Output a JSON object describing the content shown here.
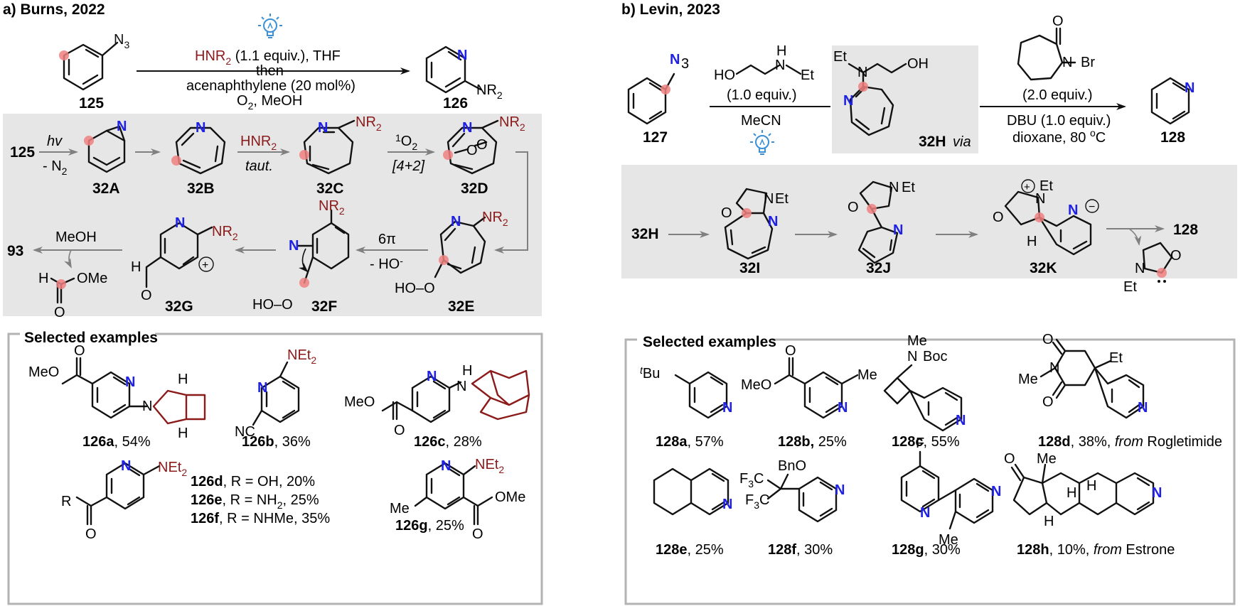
{
  "panel_a": {
    "header": "a) Burns, 2022",
    "start_id": "125",
    "product_id": "126",
    "start_sub": "N",
    "start_sub_index": "3",
    "product_n": "N",
    "product_nr2": "NR",
    "product_nr2_sub": "2",
    "cond_1_a": "HNR",
    "cond_1_sub": "2",
    "cond_1_b": " (1.1 equiv.), THF",
    "cond_2": "then",
    "cond_3": "acenaphthylene (20 mol%)",
    "cond_4": "O",
    "cond_4_sub": "2",
    "cond_4_b": ", MeOH",
    "mech": {
      "row1_start": "125",
      "hv": "hv",
      "minus_n2": "- N",
      "minus_n2_sub": "2",
      "tautome_reagent": "HNR",
      "tautome_reagent_sub": "2",
      "taut": "taut.",
      "o2_sup": "1",
      "o2": "O",
      "o2_sub": "2",
      "cyclo": "[4+2]",
      "six_pi": "6π",
      "minus_ho": "- HO",
      "minus_ho_sup": "-",
      "meoh": "MeOH",
      "final": "93",
      "ids": [
        "32A",
        "32B",
        "32C",
        "32D",
        "32E",
        "32F",
        "32G"
      ],
      "n": "N",
      "nr2": "NR",
      "nr2_sub": "2",
      "o": "O",
      "ho_o": "HO–O",
      "h": "H",
      "ome": "OMe",
      "plus": "+"
    },
    "examples": {
      "title": "Selected examples",
      "meo": "MeO",
      "nc": "NC",
      "net2": "NEt",
      "net2_sub": "2",
      "me": "Me",
      "r": "R",
      "n": "N",
      "h": "H",
      "o": "O",
      "ome": "OMe",
      "items": [
        {
          "id": "126a",
          "yield": ", 54%"
        },
        {
          "id": "126b",
          "yield": ", 36%"
        },
        {
          "id": "126c",
          "yield": ", 28%"
        },
        {
          "id": "126d",
          "yield": ", R = OH, 20%"
        },
        {
          "id": "126e",
          "yield": ", R = NH",
          "yield_sub": "2",
          "yield_tail": ", 25%"
        },
        {
          "id": "126f",
          "yield": ", R = NHMe, 35%"
        },
        {
          "id": "126g",
          "yield": ", 25%"
        }
      ]
    }
  },
  "panel_b": {
    "header": "b) Levin, 2023",
    "start_id": "127",
    "product_id": "128",
    "reagent_id": "32H",
    "via": "via",
    "amine_ho": "HO",
    "amine_nh": "H",
    "amine_n": "N",
    "amine_et": "Et",
    "cond_left_1": "(1.0 equiv.)",
    "cond_left_2": "MeCN",
    "et": "Et",
    "oh": "OH",
    "n": "N",
    "o": "O",
    "br": "Br",
    "n3": "N",
    "n3_sub": "3",
    "cond_right_1": "(2.0 equiv.)",
    "cond_right_2": "DBU (1.0 equiv.)",
    "cond_right_3": "dioxane, 80 ",
    "cond_right_3_sup": "o",
    "cond_right_3_tail": "C",
    "mech": {
      "start": "32H",
      "end": "128",
      "ids": [
        "32I",
        "32J",
        "32K"
      ],
      "o": "O",
      "n": "N",
      "et": "Et",
      "h": "H",
      "plus": "+",
      "minus": "−"
    },
    "examples": {
      "title": "Selected examples",
      "tbu_sup": "t",
      "tbu": "Bu",
      "meo": "MeO",
      "me": "Me",
      "n_boc": "N",
      "boc": "Boc",
      "et": "Et",
      "bno": "BnO",
      "f3c": "F",
      "f3c_b": "C",
      "f": "F",
      "n": "N",
      "o": "O",
      "h": "H",
      "items": [
        {
          "id": "128a",
          "yield": ", 57%"
        },
        {
          "id": "128b,",
          "yield": " 25%"
        },
        {
          "id": "128c",
          "yield": ", 55%"
        },
        {
          "id": "128d",
          "yield": ", 38%, ",
          "from": "from",
          "tail": " Rogletimide"
        },
        {
          "id": "128e",
          "yield": ", 25%"
        },
        {
          "id": "128f",
          "yield": ", 30%"
        },
        {
          "id": "128g",
          "yield": ", 30%"
        },
        {
          "id": "128h",
          "yield": ", 10%, ",
          "from": "from",
          "tail": " Estrone"
        }
      ]
    }
  },
  "colors": {
    "heteroatom": "#1f22e6",
    "amine": "#8b1a1a",
    "highlight": "#f08080",
    "panel_gray": "#e6e6e6",
    "frame": "#b3b3b3",
    "lamp": "#3a8fd6"
  }
}
